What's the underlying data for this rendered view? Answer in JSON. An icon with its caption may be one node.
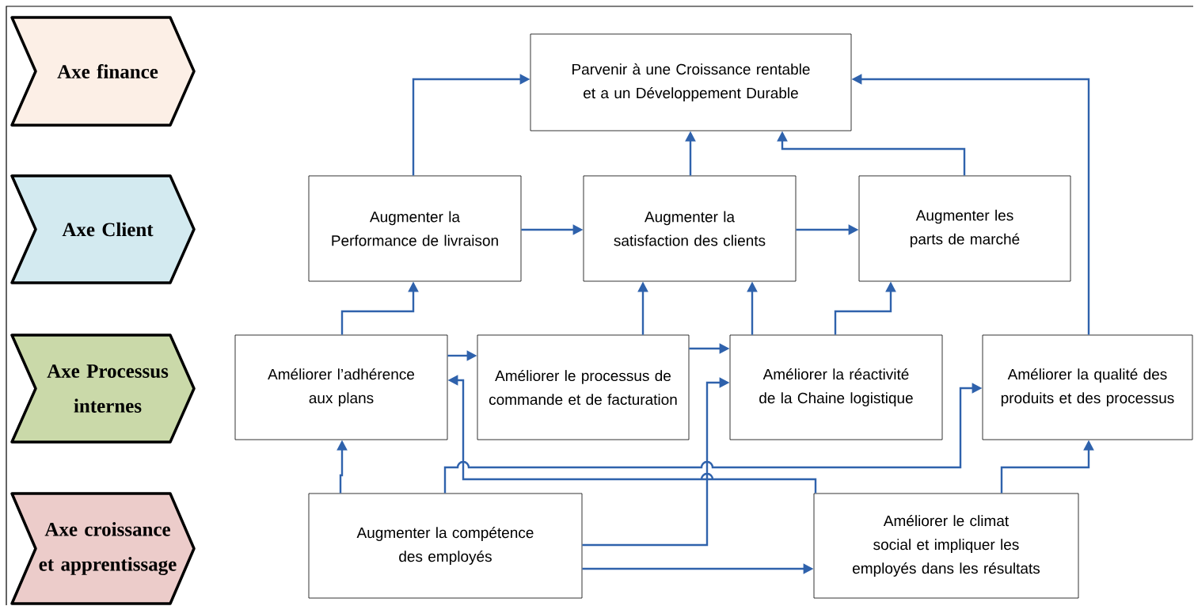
{
  "diagram": {
    "nodes": [
      {
        "text": [
          "Axe finance"
        ]
      },
      {
        "text": [
          "Axe Client"
        ]
      },
      {
        "text": [
          "Axe Processus internes"
        ]
      },
      {
        "text": [
          "Axe croissance et apprentissage"
        ]
      },
      {
        "text": [
          "Parvenir à une Croissance rentable  et a un Développement Durable"
        ]
      },
      {
        "text": [
          "Augmenter la Performance de livraison"
        ]
      },
      {
        "text": [
          "Augmenter la satisfaction des clients"
        ]
      },
      {
        "text": [
          "Augmenter les parts de marché"
        ]
      },
      {
        "text": [
          "Améliorer l’adhérence aux plans"
        ]
      },
      {
        "text": [
          "Améliorer le processus de commande et de facturation"
        ]
      },
      {
        "text": [
          "Améliorer la réactivité de la Chaine logistique"
        ]
      },
      {
        "text": [
          "Améliorer la qualité des produits et des processus"
        ]
      },
      {
        "text": [
          "Augmenter la compétence des employés"
        ]
      },
      {
        "text": [
          "Améliorer le climat social et impliquer les employés dans les résultats"
        ]
      }
    ],
    "edges": [
      {
        "from": 5,
        "to": 4,
        "arrow": "to"
      },
      {
        "from": 6,
        "to": 4,
        "arrow": "to"
      },
      {
        "from": 7,
        "to": 4,
        "arrow": "to"
      },
      {
        "from": 11,
        "to": 4,
        "arrow": "to"
      },
      {
        "from": 5,
        "to": 6,
        "arrow": "to"
      },
      {
        "from": 6,
        "to": 7,
        "arrow": "to"
      },
      {
        "from": 8,
        "to": 5,
        "arrow": "to"
      },
      {
        "from": 9,
        "to": 6,
        "arrow": "to"
      },
      {
        "from": 10,
        "to": 6,
        "arrow": "to"
      },
      {
        "from": 10,
        "to": 7,
        "arrow": "to"
      },
      {
        "from": 8,
        "to": 9,
        "arrow": "to"
      },
      {
        "from": 9,
        "to": 10,
        "arrow": "to"
      },
      {
        "from": 12,
        "to": 8,
        "arrow": "to"
      },
      {
        "from": 12,
        "to": 11,
        "arrow": "to"
      },
      {
        "from": 13,
        "to": 8,
        "arrow": "to"
      },
      {
        "from": 12,
        "to": 10,
        "arrow": "to"
      },
      {
        "from": 12,
        "to": 13,
        "arrow": "to"
      },
      {
        "from": 13,
        "to": 11,
        "arrow": "to"
      }
    ]
  }
}
